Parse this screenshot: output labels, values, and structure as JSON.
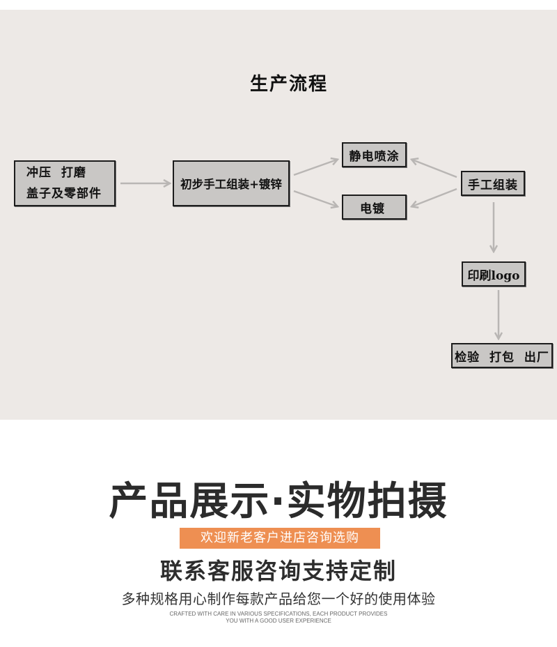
{
  "flow": {
    "title": "生产流程",
    "nodes": {
      "stamp_line1": "冲压  打磨",
      "stamp_line2": "盖子及零部件",
      "assembly": "初步手工组装+镀锌",
      "spray": "静电喷涂",
      "plating": "电镀",
      "hand_assembly": "手工组装",
      "logo": "印刷logo",
      "inspect": "检验  打包  出厂"
    }
  },
  "product": {
    "heading": "产品展示·实物拍摄",
    "banner": "欢迎新老客户进店咨询选购",
    "contact": "联系客服咨询支持定制",
    "description": "多种规格用心制作每款产品给您一个好的使用体验",
    "english_line1": "CRAFTED WITH CARE IN VARIOUS SPECIFICATIONS, EACH PRODUCT PROVIDES",
    "english_line2": "YOU WITH A GOOD USER EXPERIENCE"
  },
  "colors": {
    "flow_background": "#ede9e6",
    "node_fill": "#c9c7c5",
    "arrow": "#b9b6b4",
    "banner": "#ee8f52",
    "heading_text": "#2b2b2b"
  }
}
